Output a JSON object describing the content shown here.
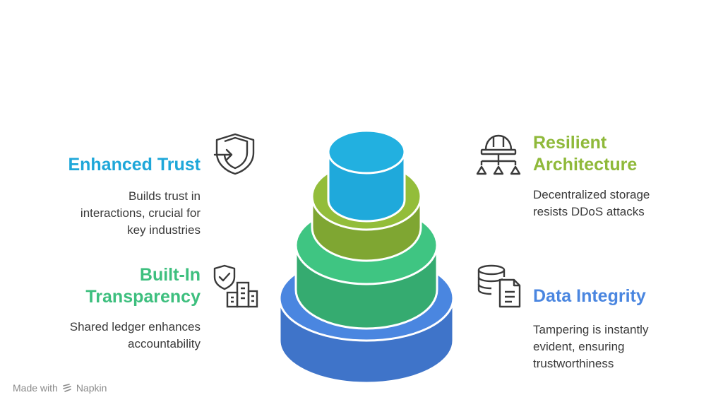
{
  "sections": {
    "enhanced_trust": {
      "title": "Enhanced Trust",
      "desc_lines": [
        "Builds trust in",
        "interactions, crucial for",
        "key industries"
      ],
      "color": "#1ea7d9",
      "icon": "shield-enter-icon"
    },
    "built_in_transparency": {
      "title_lines": [
        "Built-In",
        "Transparency"
      ],
      "desc_lines": [
        "Shared ledger enhances",
        "accountability"
      ],
      "color": "#3dbf7e",
      "icon": "shield-check-buildings-icon"
    },
    "resilient_architecture": {
      "title_lines": [
        "Resilient",
        "Architecture"
      ],
      "desc_lines": [
        "Decentralized storage",
        "resists DDoS attacks"
      ],
      "color": "#8fb93a",
      "icon": "hardhat-network-icon"
    },
    "data_integrity": {
      "title": "Data Integrity",
      "desc_lines": [
        "Tampering is instantly",
        "evident, ensuring",
        "trustworthiness"
      ],
      "color": "#4a86e0",
      "icon": "database-document-icon"
    }
  },
  "tiers": [
    {
      "name": "Data Integrity",
      "color": "#4a86e0",
      "side_color": "#3f74c9"
    },
    {
      "name": "Built-In Transparency",
      "color": "#3fc582",
      "side_color": "#35ab70"
    },
    {
      "name": "Resilient Architecture",
      "color": "#93bd3a",
      "side_color": "#7fa632"
    },
    {
      "name": "Enhanced Trust",
      "color": "#1fa9db",
      "side_color": "#1a94c2"
    }
  ],
  "footer": {
    "made_with": "Made with",
    "brand": "Napkin"
  }
}
